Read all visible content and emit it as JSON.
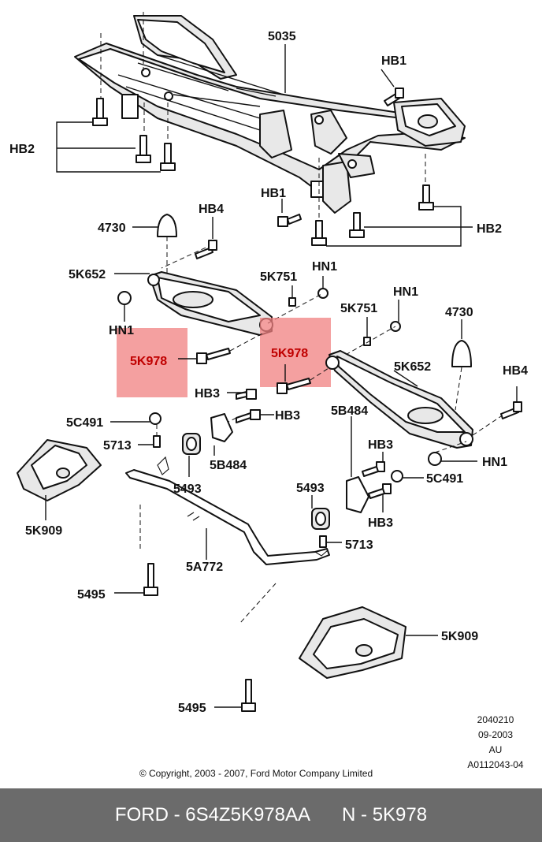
{
  "diagram": {
    "labels": {
      "p5035": "5035",
      "hb1_top": "HB1",
      "hb2_left": "HB2",
      "hb1_mid": "HB1",
      "hb2_right": "HB2",
      "p4730_left": "4730",
      "hb4_left": "HB4",
      "p5k652_left": "5K652",
      "p5k751_left": "5K751",
      "hn1_a": "HN1",
      "hn1_left": "HN1",
      "hn1_b": "HN1",
      "p5k751_right": "5K751",
      "p4730_right": "4730",
      "p5k652_right": "5K652",
      "hb4_right": "HB4",
      "hn1_right": "HN1",
      "p5k978_left": "5K978",
      "p5k978_right": "5K978",
      "hb3_a": "HB3",
      "hb3_b": "HB3",
      "p5b484_right": "5B484",
      "p5c491_left": "5C491",
      "p5713_left": "5713",
      "p5b484_left": "5B484",
      "p5493_left": "5493",
      "hb3_c": "HB3",
      "p5c491_right": "5C491",
      "p5493_right": "5493",
      "hb3_d": "HB3",
      "p5713_right": "5713",
      "p5k909_left": "5K909",
      "p5a772": "5A772",
      "p5495_left": "5495",
      "p5k909_right": "5K909",
      "p5495_bottom": "5495"
    },
    "ref": {
      "line1": "2040210",
      "line2": "09-2003",
      "line3": "AU",
      "line4": "A0112043-04"
    },
    "copyright": "© Copyright, 2003 - 2007, Ford Motor Company Limited",
    "highlight_color": "#f08080"
  },
  "footer": {
    "brand_part": "FORD - 6S4Z5K978AA",
    "ref_part": "N - 5K978",
    "background": "#6b6b6b"
  }
}
